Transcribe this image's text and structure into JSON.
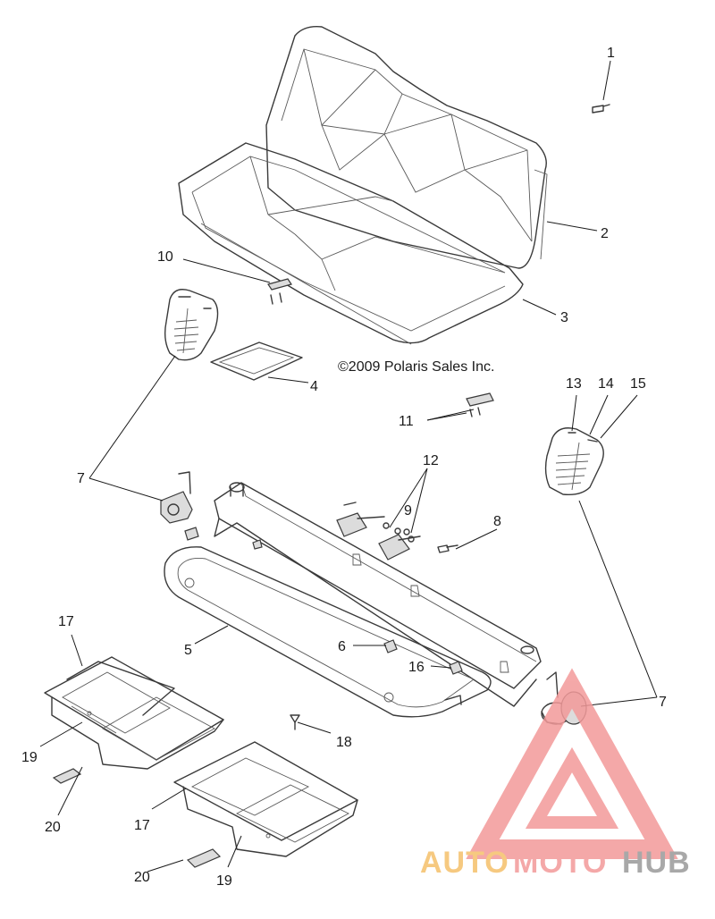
{
  "copyright": "©2009  Polaris Sales Inc.",
  "callouts": {
    "c1": "1",
    "c2": "2",
    "c3": "3",
    "c4": "4",
    "c5": "5",
    "c6": "6",
    "c7a": "7",
    "c7b": "7",
    "c8": "8",
    "c9": "9",
    "c10": "10",
    "c11": "11",
    "c12": "12",
    "c13": "13",
    "c14": "14",
    "c15": "15",
    "c16": "16",
    "c17a": "17",
    "c17b": "17",
    "c18": "18",
    "c19a": "19",
    "c19b": "19",
    "c20a": "20",
    "c20b": "20"
  },
  "watermark": {
    "auto": "AUTO",
    "moto": "MOTO",
    "hub": "HUB",
    "colors": {
      "triangle": "#f39a9a",
      "auto": "#f5c06a",
      "moto": "#f39a9a",
      "hub": "#9a9a9a"
    }
  }
}
